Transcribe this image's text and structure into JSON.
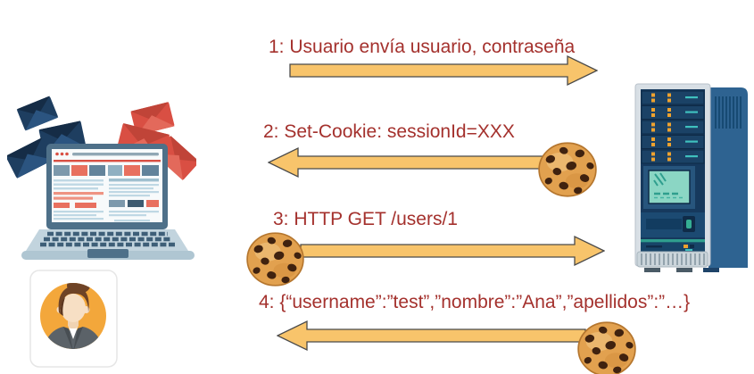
{
  "diagram_type": "sequence-flow",
  "language": "es",
  "colors": {
    "background": "#FFFFFF",
    "label_text": "#A4312D",
    "arrow_fill": "#F8C46B",
    "arrow_stroke": "#4A4A4A",
    "cookie_base": "#E2A14F",
    "cookie_chip": "#40220F",
    "server_body": "#2E6391",
    "server_rack": "#16395D",
    "server_led": "#EFA22E",
    "server_screen": "#8BD6C4",
    "laptop_bezel": "#4E7089",
    "avatar_circle": "#F3A73B",
    "envelope_navy": "#1E3E60",
    "envelope_red": "#D94F43"
  },
  "entities": {
    "client": {
      "name": "client",
      "icons": [
        "laptop-icon",
        "envelopes-icon",
        "user-avatar-icon"
      ]
    },
    "server": {
      "name": "server",
      "icons": [
        "server-tower-icon"
      ]
    }
  },
  "messages": [
    {
      "label": "1: Usuario envía usuario, contraseña",
      "direction": "right",
      "cookie": false
    },
    {
      "label": "2: Set-Cookie: sessionId=XXX",
      "direction": "left",
      "cookie": true,
      "cookie_position": "right"
    },
    {
      "label": "3: HTTP GET /users/1",
      "direction": "right",
      "cookie": true,
      "cookie_position": "left"
    },
    {
      "label": "4: {“username”:”test”,”nombre”:”Ana”,”apellidos”:”…}",
      "direction": "left",
      "cookie": true,
      "cookie_position": "right"
    }
  ]
}
